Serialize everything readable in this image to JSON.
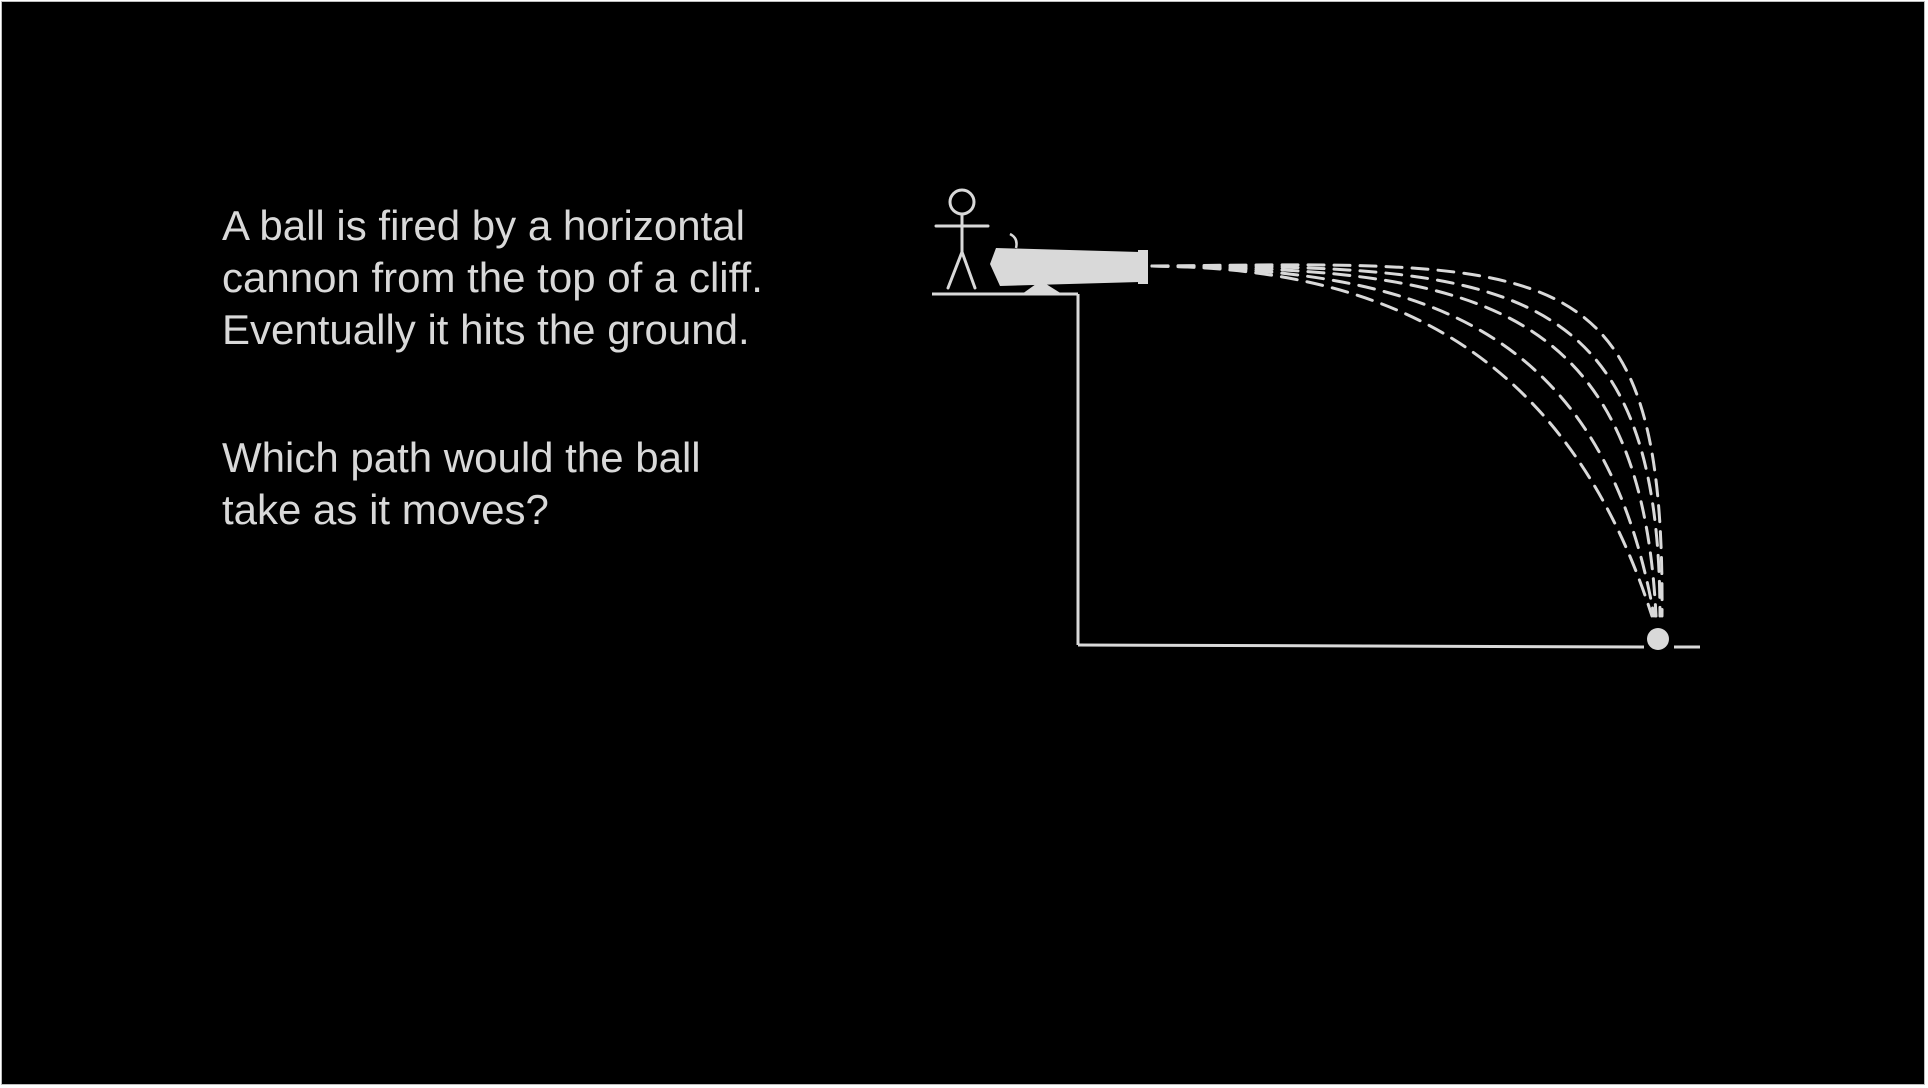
{
  "slide": {
    "background_color": "#000000",
    "text_color": "#d9d9d9"
  },
  "question": {
    "paragraph_1": [
      "A ball is fired by a horizontal",
      "cannon from the top of a cliff.",
      "Eventually it hits the ground."
    ],
    "paragraph_2": [
      "Which path would the ball",
      "take as it moves?"
    ]
  },
  "diagram": {
    "line_color": "#d9d9d9",
    "elements": [
      "stick-figure",
      "cannon",
      "cliff",
      "ground",
      "ball"
    ],
    "path_count": 5,
    "path_style": "dashed"
  }
}
